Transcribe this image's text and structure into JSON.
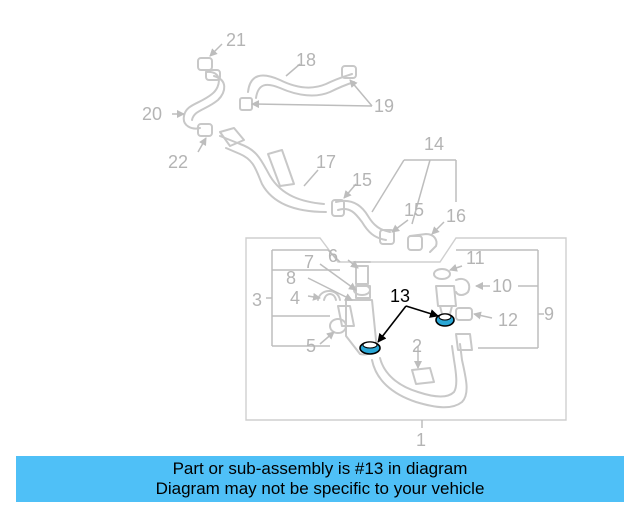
{
  "diagram": {
    "callouts": [
      "1",
      "2",
      "3",
      "4",
      "5",
      "6",
      "7",
      "8",
      "9",
      "10",
      "11",
      "12",
      "13",
      "14",
      "15",
      "15",
      "16",
      "17",
      "18",
      "19",
      "20",
      "21",
      "22"
    ],
    "highlighted_callout": "13",
    "highlight_color": "#2aa7d6",
    "muted_color": "#c8c8c8"
  },
  "banner": {
    "line1": "Part or sub-assembly is #13 in diagram",
    "line2": "Diagram may not be specific to your vehicle",
    "background": "#4fc0f7"
  }
}
